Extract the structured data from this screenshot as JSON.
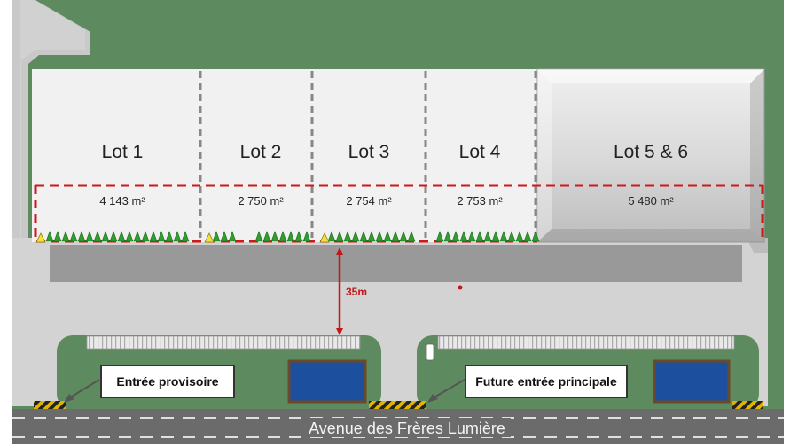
{
  "lots": [
    {
      "label": "Lot 1",
      "area": "4 143 m²"
    },
    {
      "label": "Lot 2",
      "area": "2 750 m²"
    },
    {
      "label": "Lot 3",
      "area": "2 754 m²"
    },
    {
      "label": "Lot 4",
      "area": "2 753 m²"
    },
    {
      "label": "Lot 5 & 6",
      "area": "5 480 m²"
    }
  ],
  "distance_label": "35m",
  "entrances": {
    "temporary": "Entrée provisoire",
    "future_main": "Future entrée principale"
  },
  "street_name": "Avenue des Frères Lumière",
  "colors": {
    "grass": "#5d8a5e",
    "pavement": "#d3d3d3",
    "parking_strip": "#999999",
    "lot_fill": "#f1f1f1",
    "lot_dividers": "#888888",
    "boundary_dashes": "#cc1a1a",
    "trees": "#2f9e2f",
    "warning_triangles": "#f2e23a",
    "pools": "#1c4f9e",
    "road": "#6b6b6b",
    "hazard_stripes": "#e1b400"
  },
  "icons": [
    "tree-icon",
    "warning-triangle-icon",
    "callout-arrow-icon",
    "distance-arrow-icon"
  ]
}
